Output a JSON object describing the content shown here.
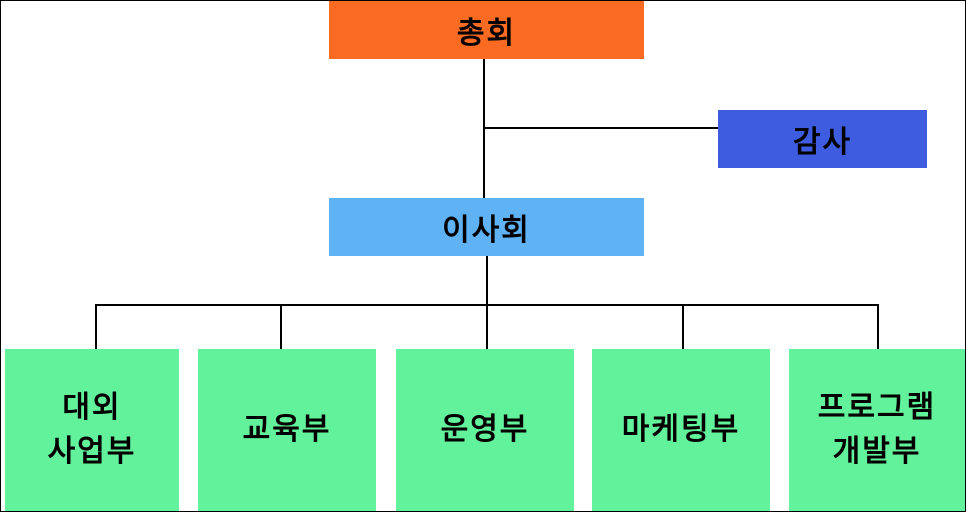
{
  "colors": {
    "general_assembly": "#F96A22",
    "audit": "#3E5CE0",
    "board": "#5FB3F5",
    "department": "#63F29C",
    "line": "#000000"
  },
  "general_assembly": {
    "label": "총회"
  },
  "audit": {
    "label": "감사"
  },
  "board": {
    "label": "이사회"
  },
  "departments": [
    {
      "line1": "대외",
      "line2": "사업부"
    },
    {
      "line1": "교육부",
      "line2": ""
    },
    {
      "line1": "운영부",
      "line2": ""
    },
    {
      "line1": "마케팅부",
      "line2": ""
    },
    {
      "line1": "프로그램",
      "line2": "개발부"
    }
  ]
}
